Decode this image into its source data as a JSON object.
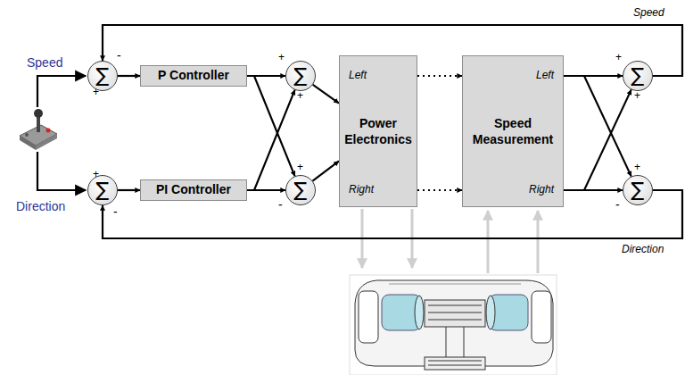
{
  "diagram": {
    "nodes": [
      {
        "text": [
          "∑"
        ]
      },
      {
        "text": [
          "P Controller"
        ]
      },
      {
        "text": [
          "∑"
        ]
      },
      {
        "text": [
          "Left",
          "Power Electronics",
          "Right"
        ]
      },
      {
        "text": [
          "Left",
          "Speed Measurement",
          "Right"
        ]
      },
      {
        "text": [
          "∑"
        ]
      },
      {
        "text": [
          "∑"
        ]
      },
      {
        "text": [
          "PI Controller"
        ]
      },
      {
        "text": [
          "∑"
        ]
      },
      {
        "text": [
          "∑"
        ]
      }
    ],
    "edges": [
      {
        "from": 0,
        "to": 1,
        "arrow": "to"
      },
      {
        "from": 1,
        "to": 2,
        "arrow": "to"
      },
      {
        "from": 1,
        "to": 8,
        "arrow": "to"
      },
      {
        "from": 6,
        "to": 7,
        "arrow": "to"
      },
      {
        "from": 7,
        "to": 8,
        "arrow": "to"
      },
      {
        "from": 7,
        "to": 2,
        "arrow": "to"
      },
      {
        "from": 2,
        "to": 3,
        "arrow": "to"
      },
      {
        "from": 8,
        "to": 3,
        "arrow": "to"
      },
      {
        "from": 3,
        "to": 4,
        "arrow": "to"
      },
      {
        "from": 3,
        "to": 4,
        "arrow": "to"
      },
      {
        "from": 4,
        "to": 5,
        "arrow": "to"
      },
      {
        "from": 4,
        "to": 9,
        "arrow": "to"
      },
      {
        "from": 4,
        "to": 9,
        "arrow": "to"
      },
      {
        "from": 4,
        "to": 5,
        "arrow": "to"
      },
      {
        "from": 5,
        "to": 0,
        "arrow": "to"
      },
      {
        "from": 9,
        "to": 6,
        "arrow": "to"
      }
    ],
    "labels": [
      "Speed",
      "Direction",
      "Speed",
      "Direction",
      "-",
      "+",
      "+",
      "-",
      "+",
      "+",
      "+",
      "-",
      "+",
      "+",
      "+",
      "-"
    ]
  }
}
